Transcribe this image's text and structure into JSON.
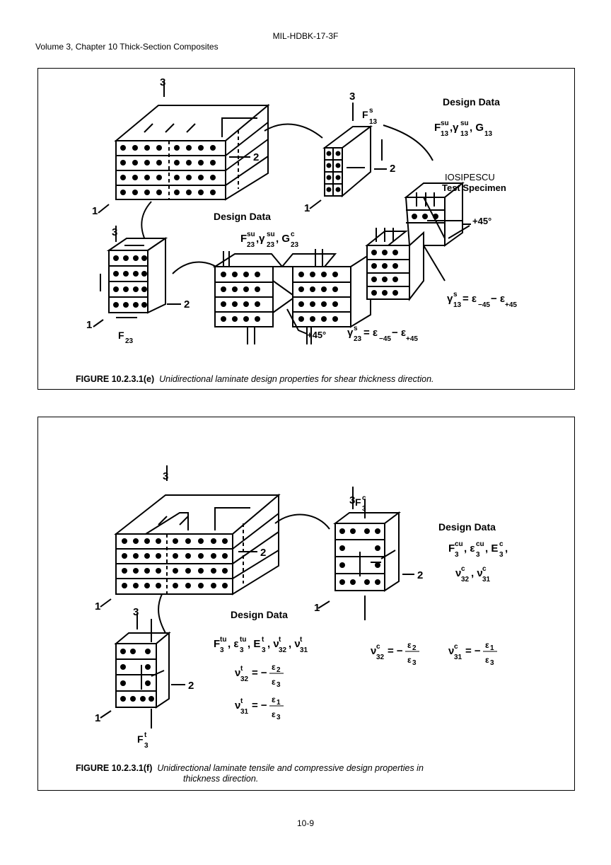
{
  "header": {
    "line1": "MIL-HDBK-17-3F",
    "line2": "Volume 3, Chapter 10  Thick-Section Composites"
  },
  "figure_e": {
    "caption_number": "FIGURE 10.2.3.1(e)",
    "caption_text": "Unidirectional laminate design properties for shear thickness direction.",
    "design_data_heading_a": "Design Data",
    "design_data_heading_b": "Design Data",
    "test_specimen_line1": "IOSIPESCU",
    "test_specimen_line2": "Test Specimen",
    "angle_label_a": "+45°",
    "angle_label_b": "+45°"
  },
  "figure_f": {
    "caption_number": "FIGURE 10.2.3.1(f)",
    "caption_text_line1": "Unidirectional laminate tensile and compressive design properties in",
    "caption_text_line2": "thickness direction.",
    "design_data_heading_a": "Design Data",
    "design_data_heading_b": "Design Data"
  },
  "page_number": "10-9"
}
